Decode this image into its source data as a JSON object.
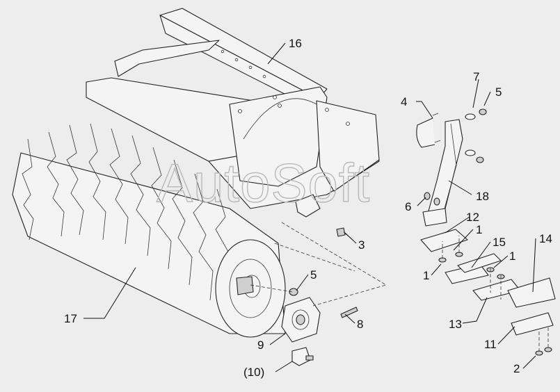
{
  "watermark": "AutoSoft",
  "callouts": {
    "c16": "16",
    "c7": "7",
    "c5a": "5",
    "c4": "4",
    "c18": "18",
    "c6": "6",
    "c12": "12",
    "c1a": "1",
    "c15": "15",
    "c1b": "1",
    "c1c": "1",
    "c14": "14",
    "c3": "3",
    "c5b": "5",
    "c17": "17",
    "c8": "8",
    "c9": "9",
    "c10": "(10)",
    "c13": "13",
    "c11": "11",
    "c2": "2"
  }
}
